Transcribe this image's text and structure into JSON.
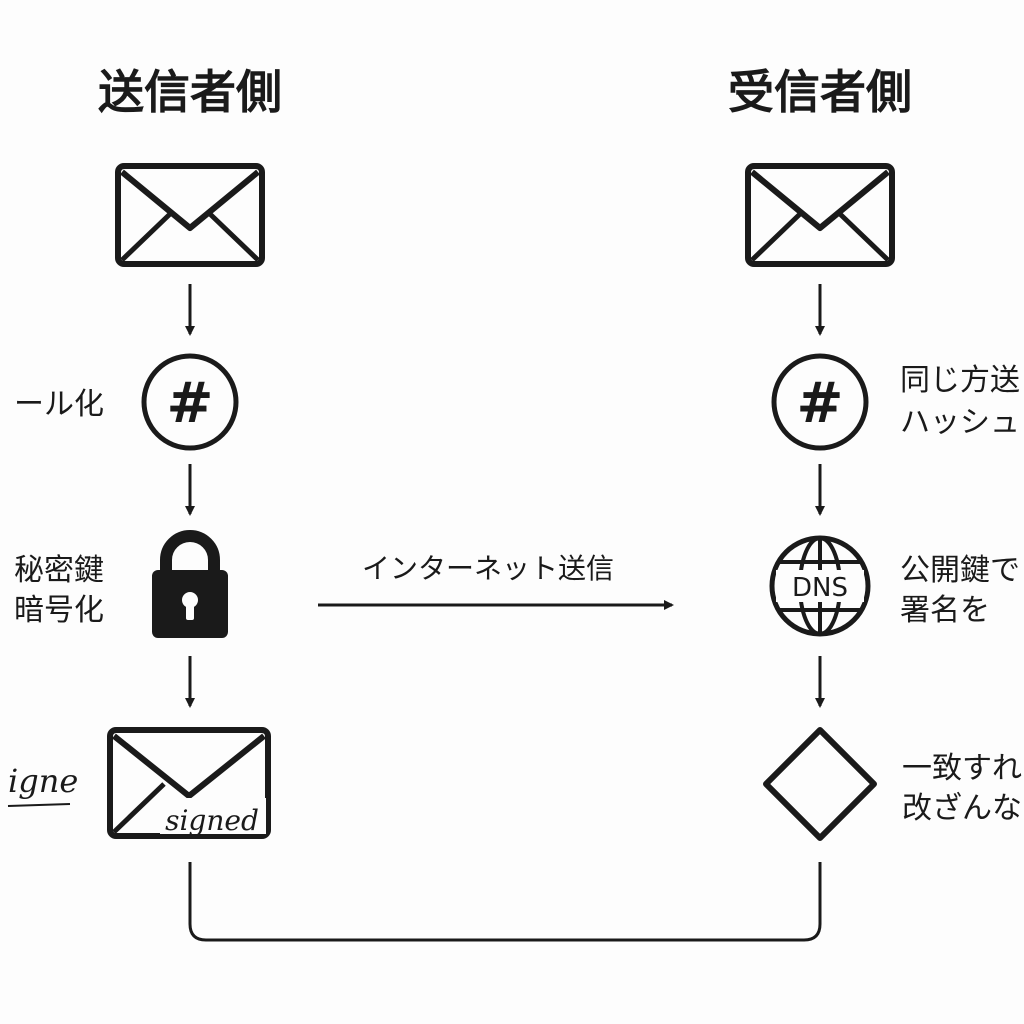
{
  "sender": {
    "title": "送信者側",
    "hash_symbol": "#",
    "hash_label": "ール化",
    "lock_label_line1": "秘密鍵",
    "lock_label_line2": "暗号化",
    "signed_stamp": "signed",
    "signature_label": "igne"
  },
  "receiver": {
    "title": "受信者側",
    "hash_symbol": "#",
    "hash_label_line1": "同じ方送",
    "hash_label_line2": "ハッシュ",
    "dns_text": "DNS",
    "dns_label_line1": "公開鍵で",
    "dns_label_line2": "署名を",
    "verify_label_line1": "一致すれ",
    "verify_label_line2": "改ざんな"
  },
  "transfer": {
    "label": "インターネット送信"
  },
  "colors": {
    "stroke": "#1a1a1a",
    "background": "#fdfdfd"
  }
}
